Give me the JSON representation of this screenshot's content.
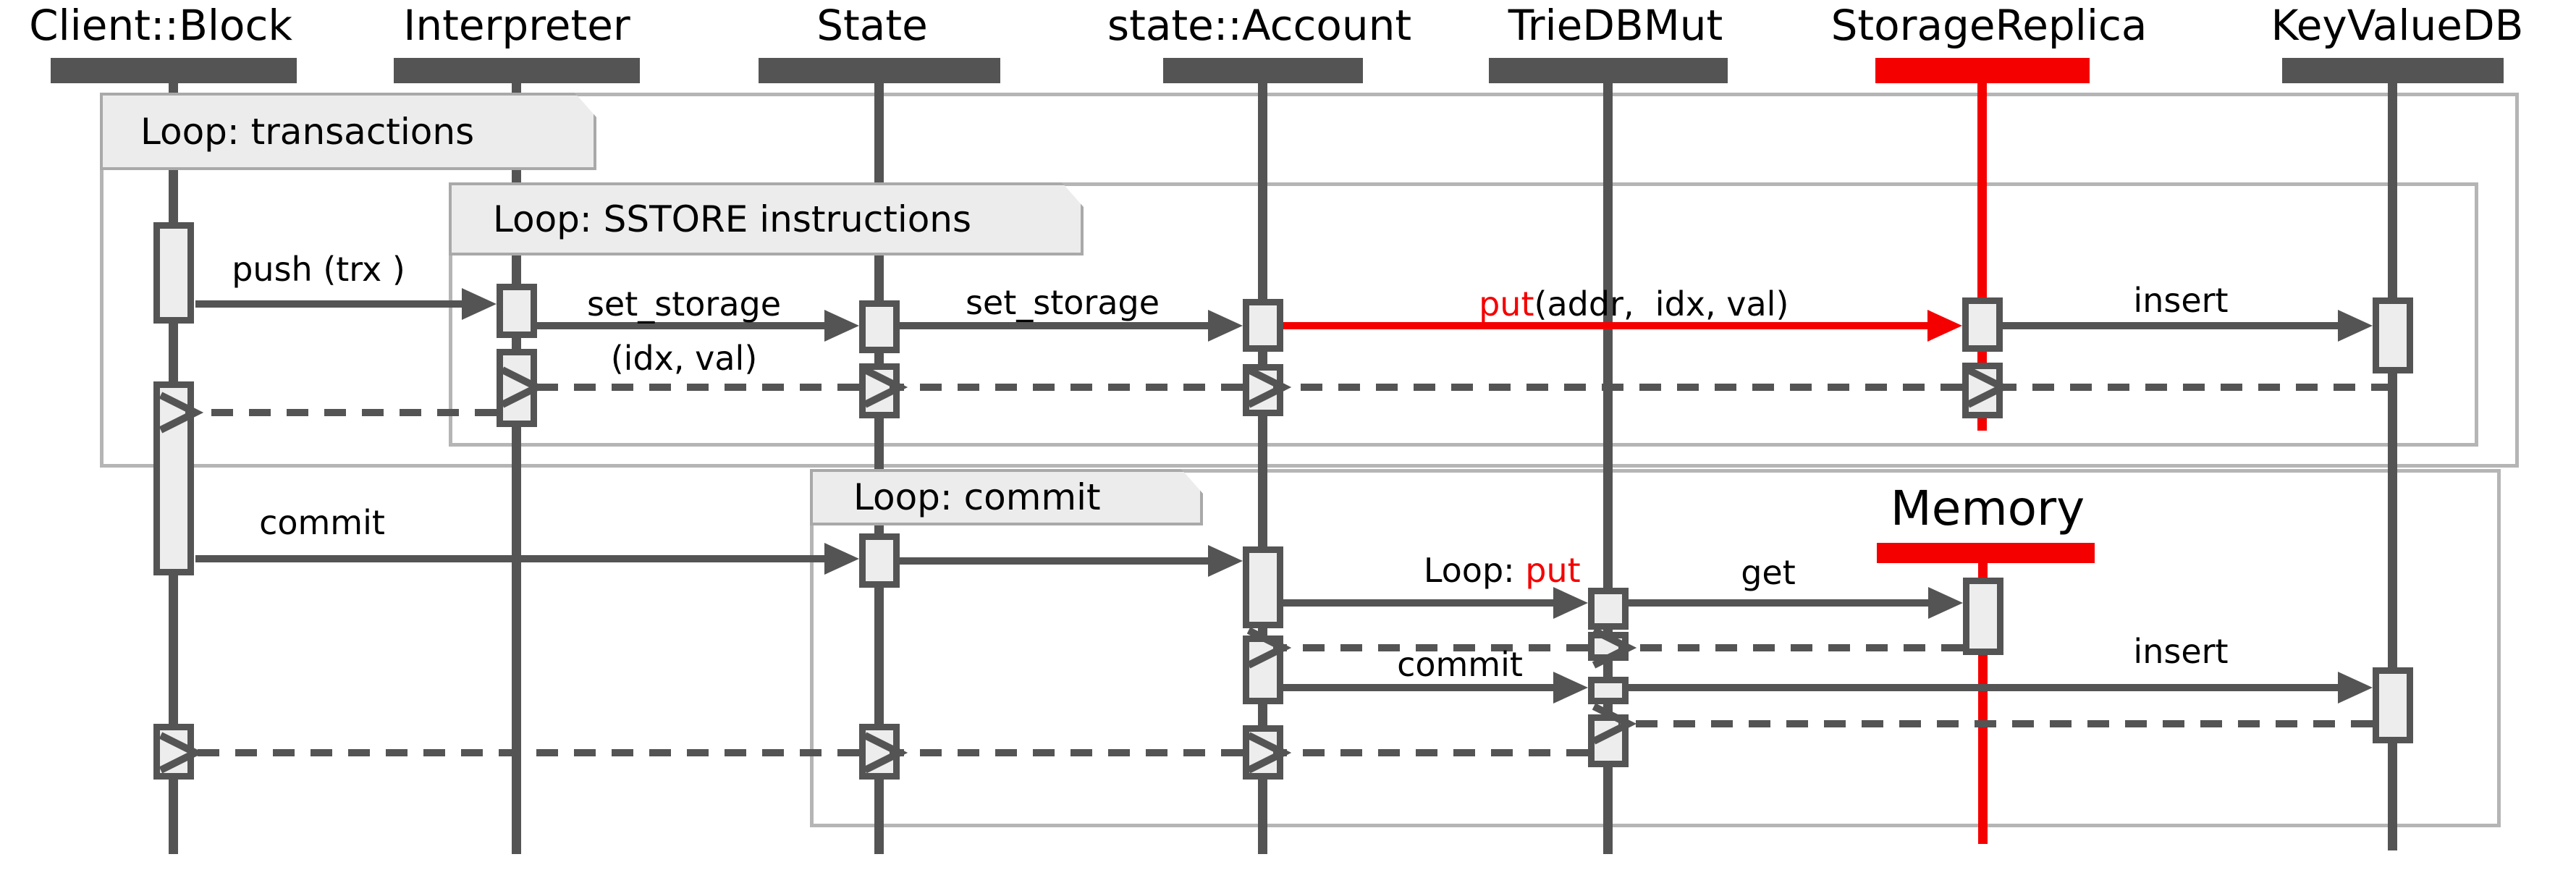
{
  "participants": [
    {
      "name": "Client::Block",
      "color": "#545454"
    },
    {
      "name": "Interpreter",
      "color": "#545454"
    },
    {
      "name": "State",
      "color": "#545454"
    },
    {
      "name": "state::Account",
      "color": "#545454"
    },
    {
      "name": "TrieDBMut",
      "color": "#545454"
    },
    {
      "name": "StorageReplica",
      "color": "#f40000"
    },
    {
      "name": "KeyValueDB",
      "color": "#545454"
    },
    {
      "name": "Memory",
      "color": "#f40000"
    }
  ],
  "loops": {
    "transactions": "Loop: transactions",
    "sstore": "Loop: SSTORE instructions",
    "commit": "Loop: commit",
    "put_prefix": "Loop: ",
    "put_keyword": "put"
  },
  "messages": {
    "push": "push (trx )",
    "set_storage": "set_storage",
    "set_storage_args": "(idx, val)",
    "set_storage2": "set_storage",
    "put_keyword": "put",
    "put_args": "(addr,  idx, val)",
    "insert_top": "insert",
    "commit": "commit",
    "get": "get",
    "commit2": "commit",
    "insert_bottom": "insert"
  },
  "colors": {
    "dark": "#545454",
    "red": "#f40000",
    "frame_border": "#b5b5b5",
    "label_fill": "#ececec",
    "activation_fill": "#ededed",
    "background": "#ffffff",
    "text": "#000000"
  }
}
